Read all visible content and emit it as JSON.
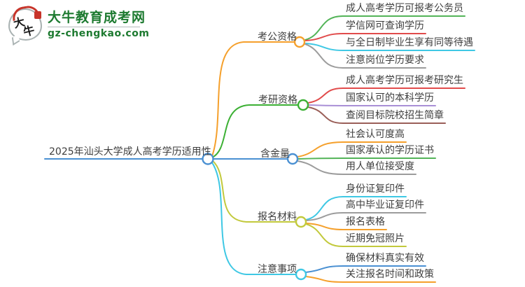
{
  "logo": {
    "bubble_char_top": "大",
    "bubble_char_bottom": "牛",
    "site_name": "大牛教育成考网",
    "site_domain": "gz-chengkao.com"
  },
  "palette": {
    "blue": "#4a90d2",
    "orange": "#f5a02c",
    "green": "#3cb034",
    "leaf_green": "#53b458",
    "red": "#e14b4b",
    "cyan": "#3fc8e4",
    "gray": "#9c9c9c",
    "purple": "#a98fd6",
    "brown": "#9a5f58",
    "olive": "#c2c93c",
    "brand_green": "#1d7a30",
    "seal_red": "#c7342a"
  },
  "central": {
    "label": "2025年汕头大学成人高考学历适用性"
  },
  "branches": [
    {
      "label": "考公资格",
      "children": [
        {
          "label": "成人高考学历可报考公务员"
        },
        {
          "label": "学信网可查询学历"
        },
        {
          "label": "与全日制毕业生享有同等待遇"
        },
        {
          "label": "注意岗位学历要求"
        }
      ]
    },
    {
      "label": "考研资格",
      "children": [
        {
          "label": "成人高考学历可报考研究生"
        },
        {
          "label": "国家认可的本科学历"
        },
        {
          "label": "查阅目标院校招生简章"
        }
      ]
    },
    {
      "label": "含金量",
      "children": [
        {
          "label": "社会认可度高"
        },
        {
          "label": "国家承认的学历证书"
        },
        {
          "label": "用人单位接受度"
        }
      ]
    },
    {
      "label": "报名材料",
      "children": [
        {
          "label": "身份证复印件"
        },
        {
          "label": "高中毕业证复印件"
        },
        {
          "label": "报名表格"
        },
        {
          "label": "近期免冠照片"
        }
      ]
    },
    {
      "label": "注意事项",
      "children": [
        {
          "label": "确保材料真实有效"
        },
        {
          "label": "关注报名时间和政策"
        }
      ]
    }
  ]
}
